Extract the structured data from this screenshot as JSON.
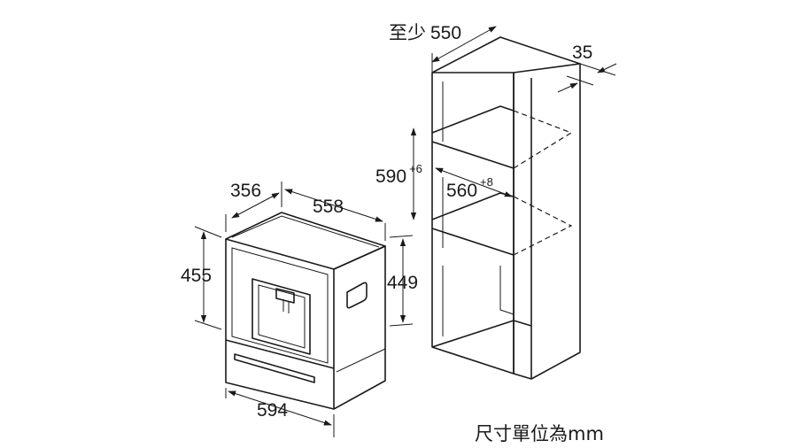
{
  "dimensions": {
    "cabinet_depth_min_prefix": "至少",
    "cabinet_depth_min_value": "550",
    "panel_thickness": "35",
    "niche_height": "590",
    "niche_height_tol": "+6",
    "niche_width": "560",
    "niche_width_tol": "+8",
    "appliance_depth": "356",
    "appliance_width_top": "558",
    "appliance_height_front": "455",
    "appliance_height_side": "449",
    "appliance_width_front": "594"
  },
  "units_note": "尺寸單位為mm"
}
